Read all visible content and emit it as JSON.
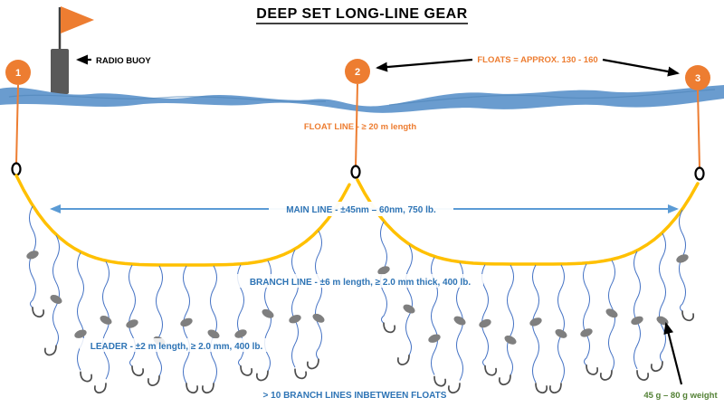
{
  "diagram": {
    "title": "DEEP SET LONG-LINE GEAR",
    "floats": [
      {
        "number": "1"
      },
      {
        "number": "2"
      },
      {
        "number": "3"
      }
    ],
    "labels": {
      "radio_buoy": "RADIO BUOY",
      "floats_count": "FLOATS = APPROX. 130 - 160",
      "float_line": "FLOAT LINE - ≥ 20 m length",
      "main_line": "MAIN LINE - ±45nm – 60nm, 750 lb.",
      "branch_line": "BRANCH LINE - ±6 m length, ≥ 2.0 mm thick, 400 lb.",
      "leader": "LEADER - ±2 m length, ≥ 2.0 mm, 400 lb.",
      "branch_count": "> 10 BRANCH LINES INBETWEEN FLOATS",
      "weight": "45 g – 80 g weight"
    },
    "colors": {
      "orange": "#ED7D31",
      "water_blue": "#6A9CCF",
      "water_dark_blue": "#4C84B8",
      "main_line_yellow": "#FFC000",
      "arrow_blue": "#5B9BD5",
      "text_blue": "#2E74B5",
      "text_green": "#538135",
      "branch_blue": "#4472C4",
      "weight_gray": "#7F7F7F",
      "hook_gray": "#4D4D4D",
      "buoy_gray": "#595959"
    }
  }
}
